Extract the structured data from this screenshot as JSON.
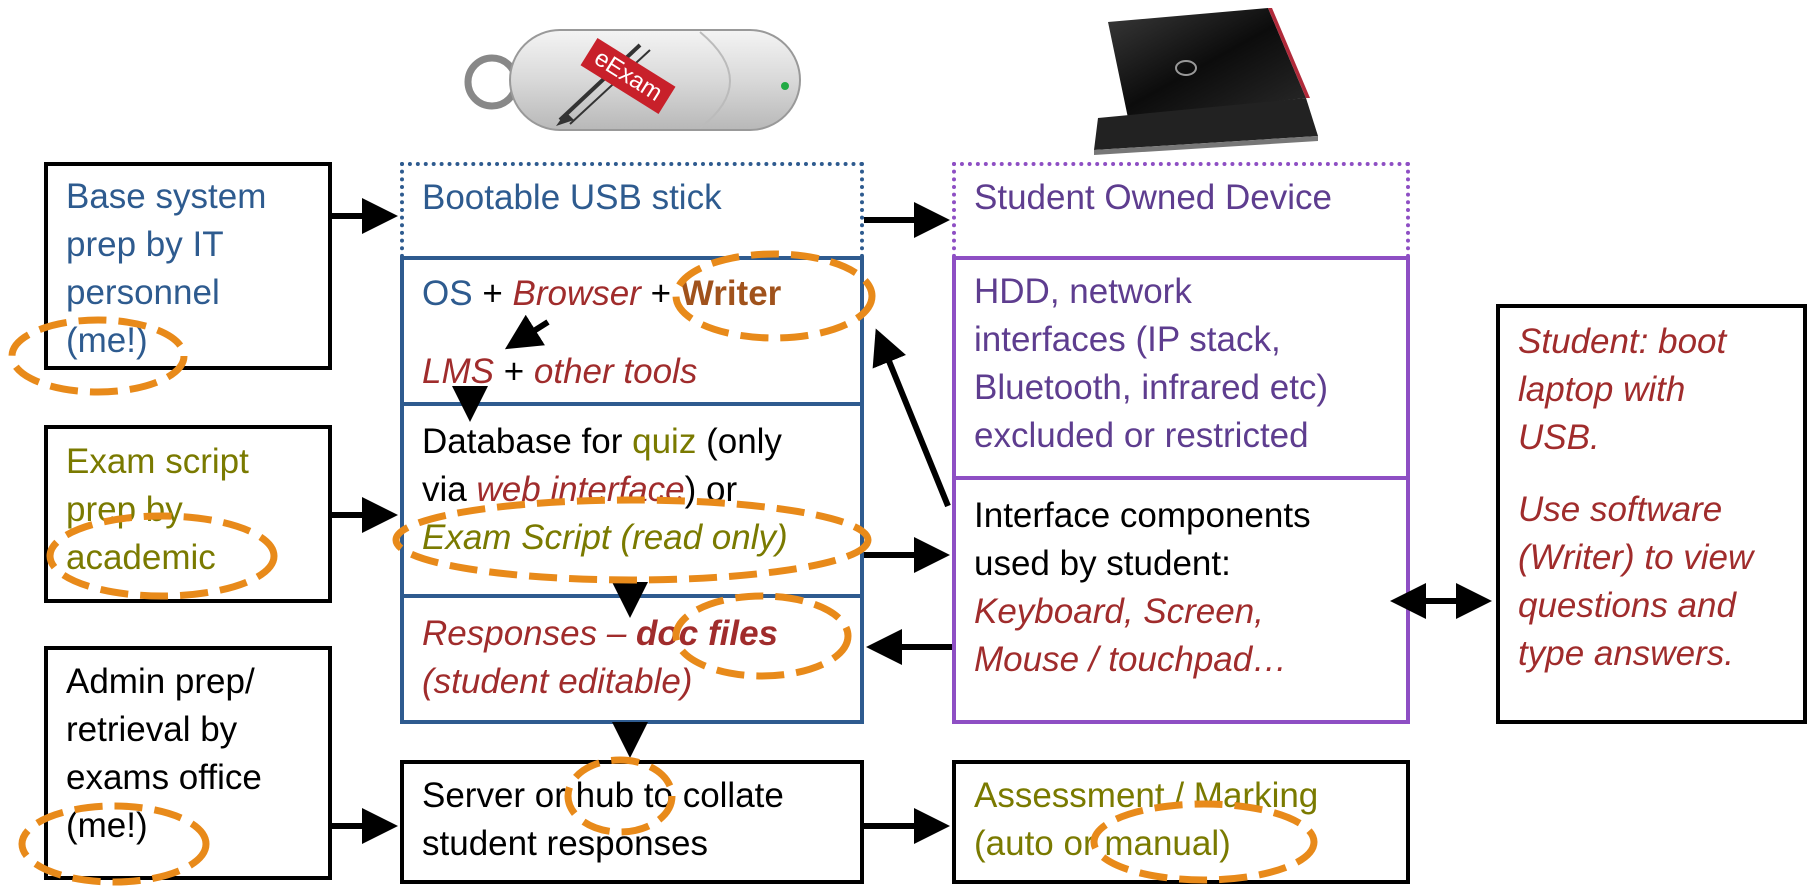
{
  "usb_image": {
    "label": "eExam",
    "icon": "usb-stick-icon"
  },
  "laptop_image": {
    "icon": "laptop-icon"
  },
  "left_boxes": {
    "base_system": {
      "line1": "Base system",
      "line2": "prep by IT",
      "line3": "personnel",
      "line4": "(me!)"
    },
    "exam_script": {
      "line1": "Exam script",
      "line2": "prep by",
      "line3": "academic"
    },
    "admin": {
      "line1": "Admin prep/",
      "line2": "retrieval by",
      "line3": "exams office",
      "line4": "(me!)"
    }
  },
  "usb_column": {
    "header": "Bootable USB stick",
    "os_row": {
      "os": "OS",
      "plus1": "+",
      "browser": "Browser",
      "plus2": "+",
      "writer": "Writer",
      "lms": "LMS",
      "plus3": "+",
      "other": "other tools"
    },
    "database": {
      "l1a": "Database for ",
      "quiz": "quiz",
      "l1b": " (only",
      "l2a": "via ",
      "web": "web interface",
      "l2b": ") or",
      "l3": "Exam Script (read only)"
    },
    "responses": {
      "l1a": "Responses – ",
      "doc": "doc files",
      "l2": "(student editable)"
    },
    "server": {
      "line1": "Server or hub to collate",
      "line2": "student responses"
    }
  },
  "device_column": {
    "header": "Student Owned Device",
    "hdd": {
      "line1": "HDD, network",
      "line2": "interfaces (IP stack,",
      "line3": "Bluetooth, infrared etc)",
      "line4": "excluded or restricted"
    },
    "interface": {
      "line1": "Interface components",
      "line2": "used by student:",
      "line3": "Keyboard, Screen,",
      "line4": "Mouse / touchpad…"
    },
    "assessment": {
      "line1": "Assessment / Marking",
      "line2": "(auto or manual)"
    }
  },
  "student_note": {
    "p1l1": "Student: boot",
    "p1l2": "laptop with",
    "p1l3": "USB.",
    "p2l1": "Use software",
    "p2l2": "(Writer) to view",
    "p2l3": "questions and",
    "p2l4": "type answers."
  },
  "colors": {
    "blue": "#2e5b8f",
    "purple": "#8e4fc4",
    "olive": "#7a7a00",
    "red": "#a02c2c",
    "highlight": "#e88a1a"
  }
}
